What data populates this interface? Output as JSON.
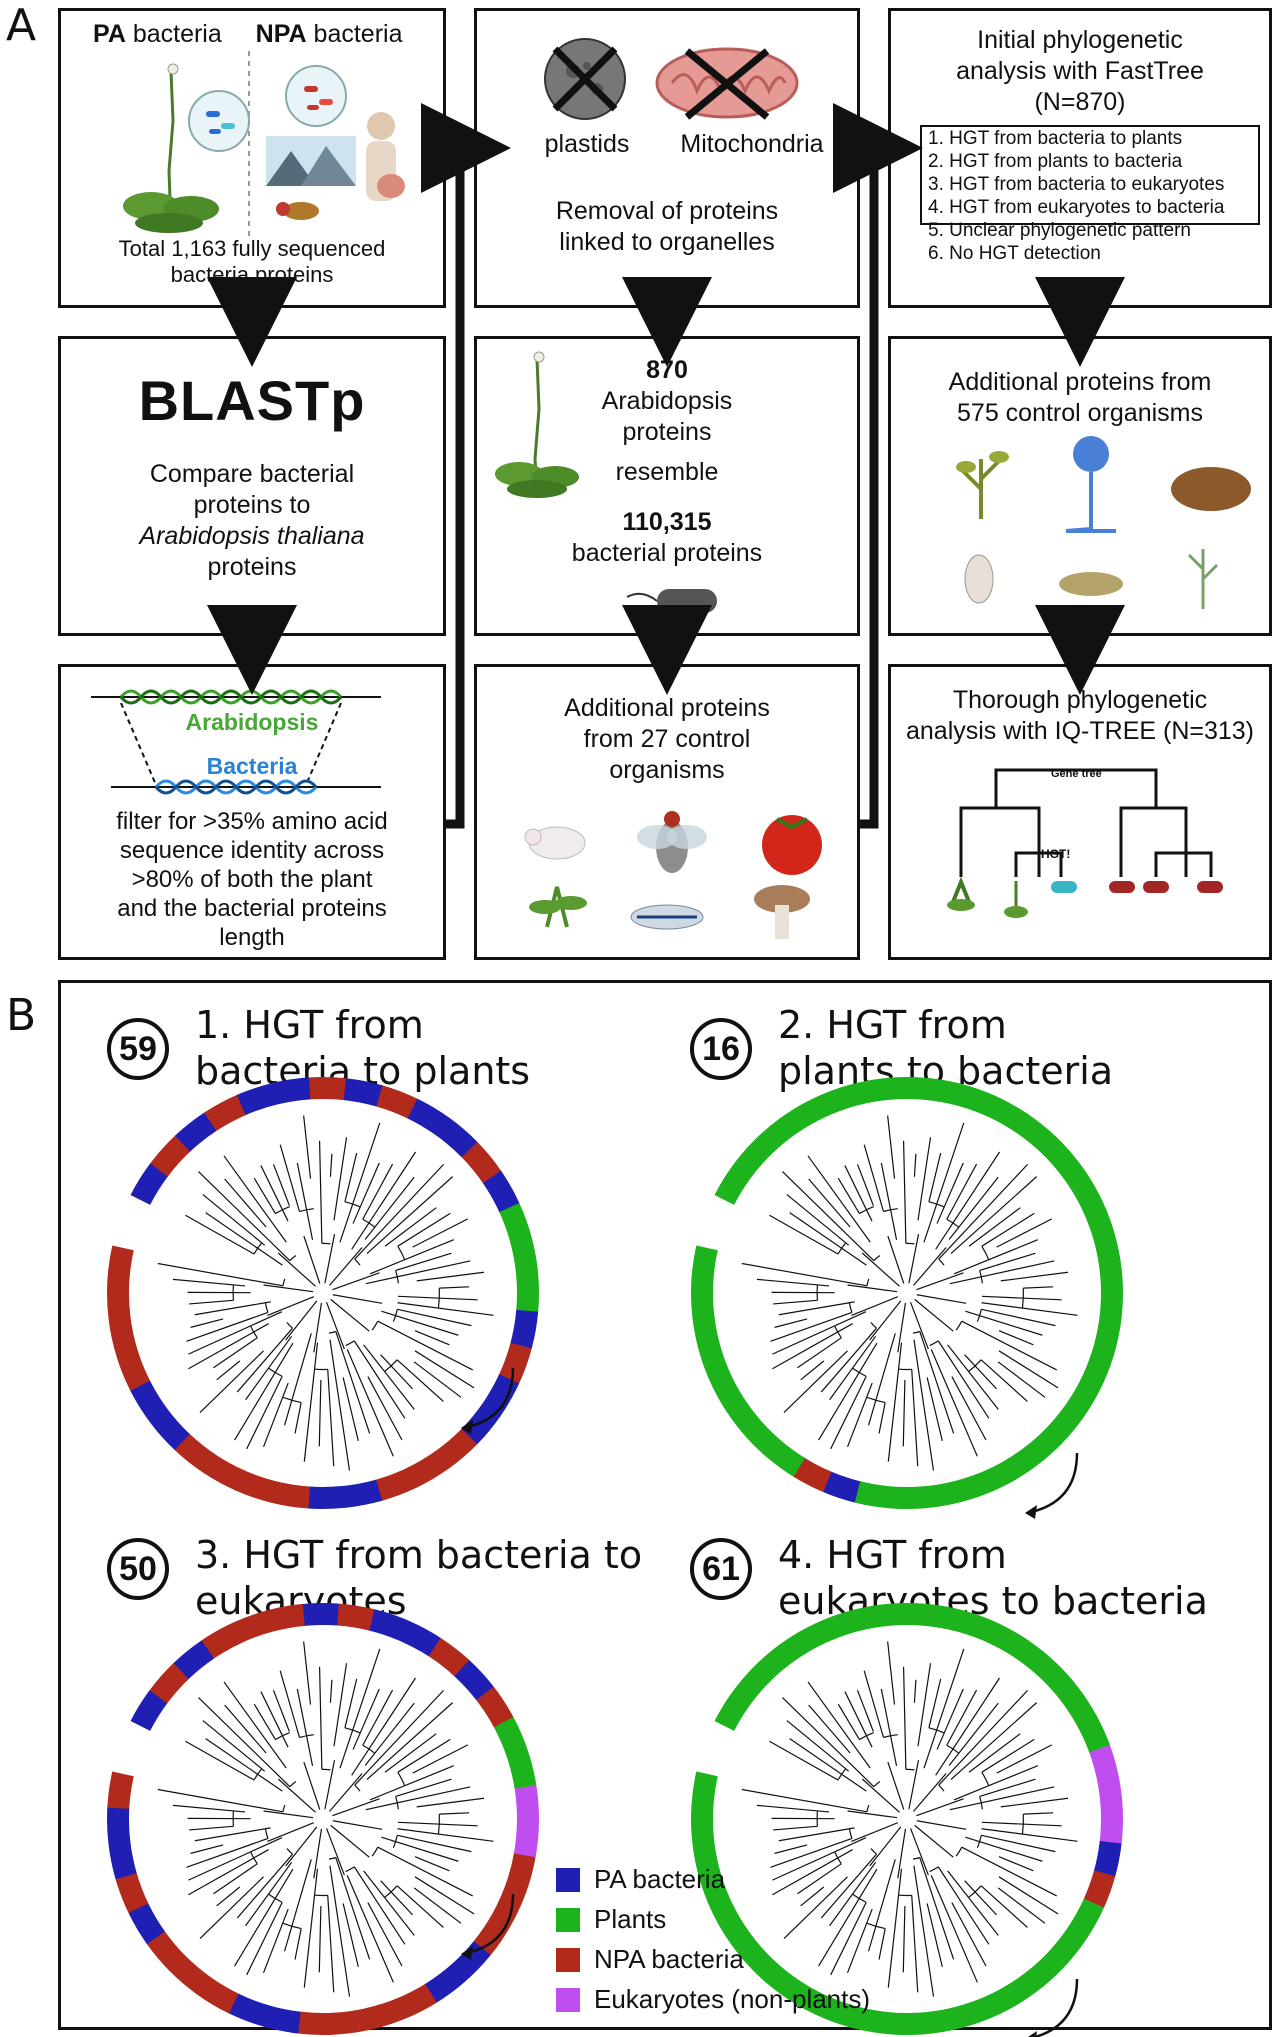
{
  "panel_a": {
    "letter": "A",
    "box1": {
      "pa_bold": "PA",
      "pa_rest": " bacteria",
      "npa_bold": "NPA",
      "npa_rest": " bacteria",
      "total_line1": "Total 1,163 fully sequenced",
      "total_line2": "bacteria proteins"
    },
    "box2": {
      "title": "BLASTp",
      "line1": "Compare bacterial",
      "line2": "proteins to",
      "line3": "Arabidopsis thaliana",
      "line4": "proteins"
    },
    "box3": {
      "arab_label": "Arabidopsis",
      "bact_label": "Bacteria",
      "line1": "filter for >35% amino acid",
      "line2": "sequence identity across",
      "line3": ">80% of both the plant",
      "line4": "and the bacterial proteins",
      "line5": "length"
    },
    "box4": {
      "plastids": "plastids",
      "mitochondria": "Mitochondria",
      "line1": "Removal of proteins",
      "line2": "linked to organelles"
    },
    "box5": {
      "n1": "870",
      "l1": "Arabidopsis",
      "l2": "proteins",
      "l3": "resemble",
      "n2": "110,315",
      "l4": "bacterial proteins"
    },
    "box6": {
      "line1": "Additional proteins",
      "line2": "from 27 control",
      "line3": "organisms"
    },
    "box7": {
      "line1": "Initial phylogenetic",
      "line2": "analysis with FastTree",
      "line3": "(N=870)",
      "list": [
        "1. HGT from bacteria to plants",
        "2. HGT from plants to bacteria",
        "3. HGT from bacteria to eukaryotes",
        "4. HGT from eukaryotes to bacteria",
        "5.  Unclear phylogenetic pattern",
        "6. No HGT detection"
      ]
    },
    "box8": {
      "line1": "Additional proteins from",
      "line2": "575 control organisms"
    },
    "box9": {
      "line1": "Thorough phylogenetic",
      "line2": "analysis with IQ-TREE (N=313)",
      "gene_tree": "Gene tree",
      "hgt": "HGT!"
    }
  },
  "panel_b": {
    "letter": "B",
    "trees": [
      {
        "count": "59",
        "title_l1": "1. HGT from",
        "title_l2": "bacteria to plants"
      },
      {
        "count": "16",
        "title_l1": "2. HGT from",
        "title_l2": "plants to bacteria"
      },
      {
        "count": "50",
        "title_l1": "3. HGT from bacteria to",
        "title_l2": "eukaryotes"
      },
      {
        "count": "61",
        "title_l1": "4. HGT from",
        "title_l2": "eukaryotes to bacteria"
      }
    ],
    "legend": [
      {
        "label": "PA bacteria",
        "color": "#1f1fb4"
      },
      {
        "label": "Plants",
        "color": "#1cb31c"
      },
      {
        "label": "NPA bacteria",
        "color": "#b22a1c"
      },
      {
        "label": "Eukaryotes (non-plants)",
        "color": "#c04df0"
      }
    ]
  }
}
